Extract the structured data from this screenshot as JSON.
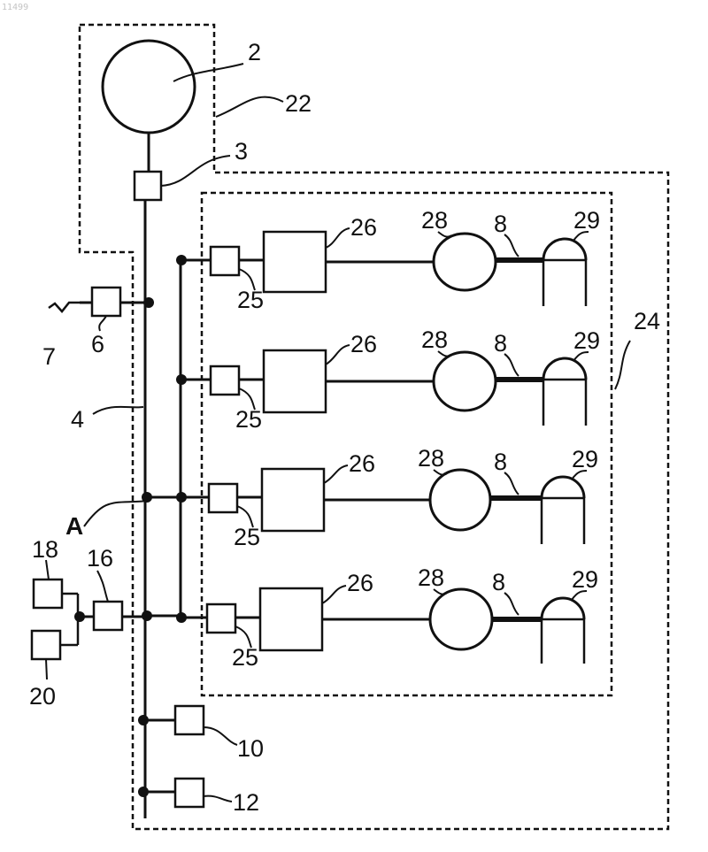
{
  "figure_id": "11499",
  "labels": {
    "generator": "2",
    "generator_switch": "3",
    "main_bus": "4",
    "shore_switch": "6",
    "shore_connection": "7",
    "shaft": "8",
    "consumer_10": "10",
    "consumer_12": "12",
    "switch_16": "16",
    "unit_18": "18",
    "unit_20": "20",
    "enclosure_22": "22",
    "enclosure_24": "24",
    "branch_switch": "25",
    "converter": "26",
    "motor": "28",
    "load": "29",
    "point_a": "A"
  }
}
